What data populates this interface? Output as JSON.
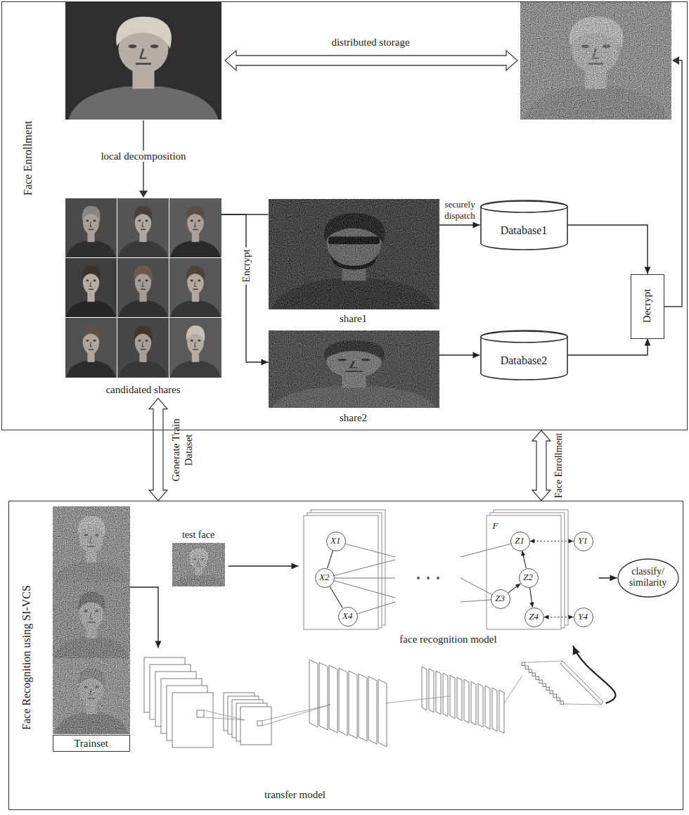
{
  "diagram": {
    "nodes": [
      {
        "text": [
          "Face Enrollment"
        ]
      },
      {
        "text": [
          "candidated shares"
        ],
        "in": 0
      },
      {
        "text": [
          "share1"
        ],
        "in": 0
      },
      {
        "text": [
          "share2"
        ],
        "in": 0
      },
      {
        "text": [
          "Database1"
        ],
        "in": 0
      },
      {
        "text": [
          "Database2"
        ],
        "in": 0
      },
      {
        "text": [
          "Decrypt"
        ],
        "in": 0
      },
      {
        "text": [
          "Face Recognition using SI-VCS"
        ]
      },
      {
        "text": [
          "Trainset"
        ],
        "in": 7
      },
      {
        "text": [
          "test face"
        ],
        "in": 7
      },
      {
        "text": [
          "F",
          "face recognition model"
        ],
        "in": 7
      },
      {
        "text": [
          "X1"
        ],
        "in": 10
      },
      {
        "text": [
          "X2"
        ],
        "in": 10
      },
      {
        "text": [
          "X4"
        ],
        "in": 10
      },
      {
        "text": [
          "Z1"
        ],
        "in": 10
      },
      {
        "text": [
          "Z2"
        ],
        "in": 10
      },
      {
        "text": [
          "Z3"
        ],
        "in": 10
      },
      {
        "text": [
          "Z4"
        ],
        "in": 10
      },
      {
        "text": [
          "Y1"
        ],
        "in": 10
      },
      {
        "text": [
          "Y4"
        ],
        "in": 10
      },
      {
        "text": [
          "classify/ similarity"
        ],
        "in": 7
      },
      {
        "text": [
          "transfer model"
        ],
        "in": 7
      }
    ],
    "edges": [
      {
        "from": 1,
        "to": 2,
        "arrow": "none"
      },
      {
        "from": 1,
        "to": 3,
        "label": "Encrypt",
        "arrow": "to"
      },
      {
        "from": 2,
        "to": 4,
        "label": "securely dispatch",
        "arrow": "to"
      },
      {
        "from": 3,
        "to": 5,
        "arrow": "to"
      },
      {
        "from": 4,
        "to": 6,
        "arrow": "to"
      },
      {
        "from": 5,
        "to": 6,
        "arrow": "to"
      },
      {
        "from": 1,
        "to": 7,
        "label": "Generate Train Dataset",
        "arrow": "both"
      },
      {
        "from": 0,
        "to": 7,
        "label": "Face Enrollment",
        "arrow": "both"
      },
      {
        "from": 8,
        "to": 21,
        "arrow": "to"
      },
      {
        "from": 9,
        "to": 10,
        "arrow": "to"
      },
      {
        "from": 10,
        "to": 20,
        "arrow": "to"
      },
      {
        "from": 21,
        "to": 10,
        "arrow": "to"
      },
      {
        "from": 11,
        "to": 12,
        "arrow": "none"
      },
      {
        "from": 12,
        "to": 13,
        "arrow": "none"
      },
      {
        "from": 16,
        "to": 15,
        "arrow": "to"
      },
      {
        "from": 15,
        "to": 14,
        "arrow": "to"
      },
      {
        "from": 15,
        "to": 17,
        "arrow": "to"
      },
      {
        "from": 14,
        "to": 18,
        "arrow": "both"
      },
      {
        "from": 17,
        "to": 19,
        "arrow": "both"
      }
    ],
    "labels": [
      "distributed storage",
      "local decomposition"
    ]
  }
}
